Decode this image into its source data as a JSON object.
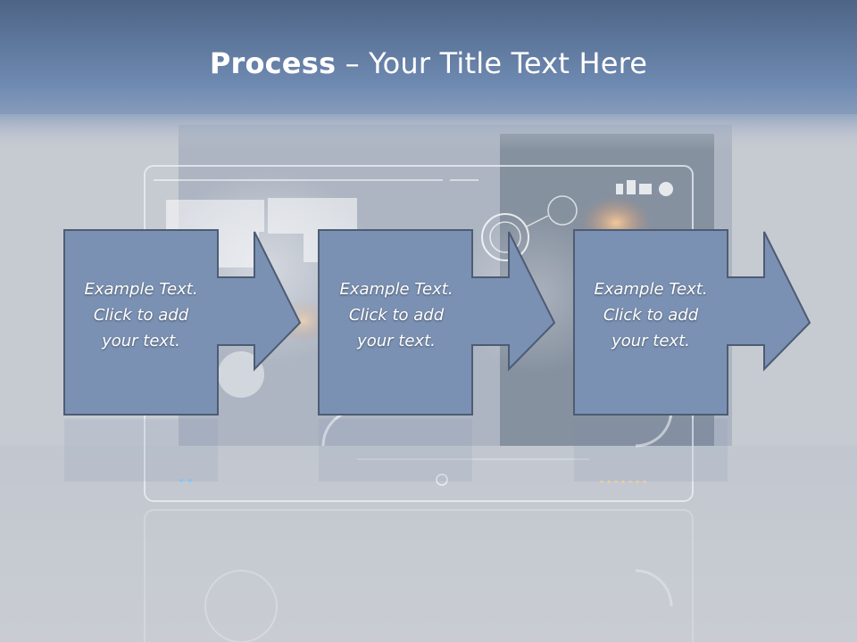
{
  "slide": {
    "title_bold": "Process",
    "title_rest": " – Your Title Text Here"
  },
  "colors": {
    "shape_fill": "#7b91b3",
    "shape_stroke": "#4d5c73",
    "banner_top": "#4d6485",
    "banner_bottom": "#6f8ab2"
  },
  "steps": [
    {
      "lines": [
        "Example Text.",
        "Click  to add",
        "your text."
      ]
    },
    {
      "lines": [
        "Example Text.",
        "Click  to add",
        "your text."
      ]
    },
    {
      "lines": [
        "Example Text.",
        "Click  to add",
        "your text."
      ]
    }
  ]
}
